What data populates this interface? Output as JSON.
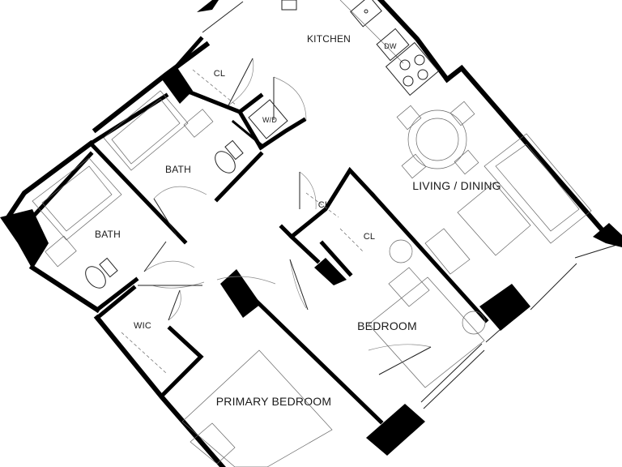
{
  "plan": {
    "rooms": [
      {
        "key": "kitchen",
        "label": "KITCHEN"
      },
      {
        "key": "closet_entry",
        "label": "CL"
      },
      {
        "key": "washer_dryer",
        "label": "W/D"
      },
      {
        "key": "dishwasher",
        "label": "DW"
      },
      {
        "key": "living_dining",
        "label": "LIVING / DINING"
      },
      {
        "key": "bath_upper",
        "label": "BATH"
      },
      {
        "key": "bath_lower",
        "label": "BATH"
      },
      {
        "key": "closet_hall",
        "label": "CL"
      },
      {
        "key": "closet_bedroom",
        "label": "CL"
      },
      {
        "key": "walk_in_closet",
        "label": "WIC"
      },
      {
        "key": "bedroom",
        "label": "BEDROOM"
      },
      {
        "key": "primary_bedroom",
        "label": "PRIMARY BEDROOM"
      }
    ]
  }
}
